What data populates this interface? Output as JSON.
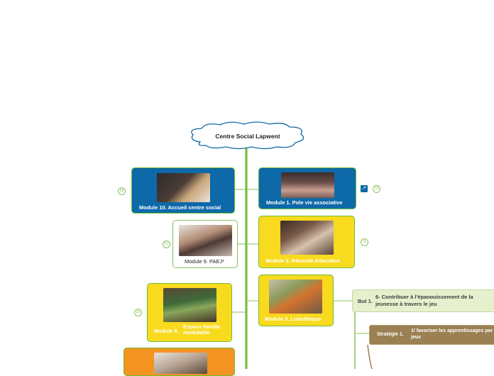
{
  "root": {
    "title": "Centre Social Lapwent"
  },
  "modules": {
    "m10": {
      "label": "Module 10. Accueil centre social",
      "count": "58"
    },
    "m1": {
      "label": "Module 1. Pole vie associative",
      "count": "15"
    },
    "m9": {
      "label": "Module 9. PAEJ*",
      "count": "47"
    },
    "m2": {
      "label": "Module 2. Réussite Educative",
      "count": "11"
    },
    "m8": {
      "label": "Module 8.",
      "sublabel": "Espace famille modulable",
      "count": "26"
    },
    "m3": {
      "label": "Module 3. Ludothèque"
    }
  },
  "goal": {
    "tag": "But 1.",
    "text": "6- Contribuer à l'épanouissement de la jeunesse à travers le jeu"
  },
  "strategy": {
    "tag": "Stratégie 1.",
    "text": "1/ favoriser les apprentissages par les jeux"
  },
  "colors": {
    "blue": "#0e69a8",
    "yellow": "#f8da1e",
    "orange": "#f39321",
    "green": "#6fbe2e",
    "goal": "#e7f0cd",
    "strategy": "#9a8052"
  },
  "icons": [
    "cloud-shape",
    "link-icon"
  ]
}
